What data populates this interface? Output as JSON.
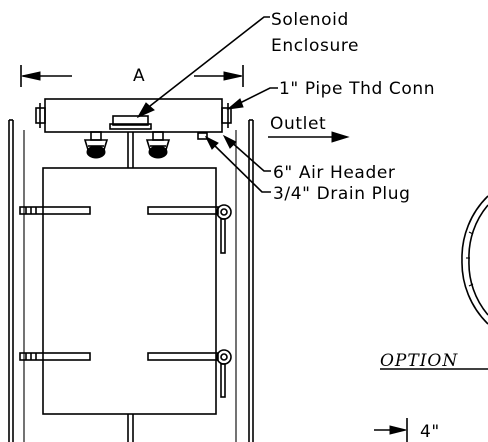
{
  "labels": {
    "solenoid_line1": "Solenoid",
    "solenoid_line2": "Enclosure",
    "dimension_a": "A",
    "pipe_thread": "1\" Pipe Thd Conn",
    "outlet": "Outlet",
    "air_header": "6\" Air Header",
    "drain_plug": "3/4\" Drain Plug",
    "option": "OPTION",
    "four_inch": "4\""
  }
}
